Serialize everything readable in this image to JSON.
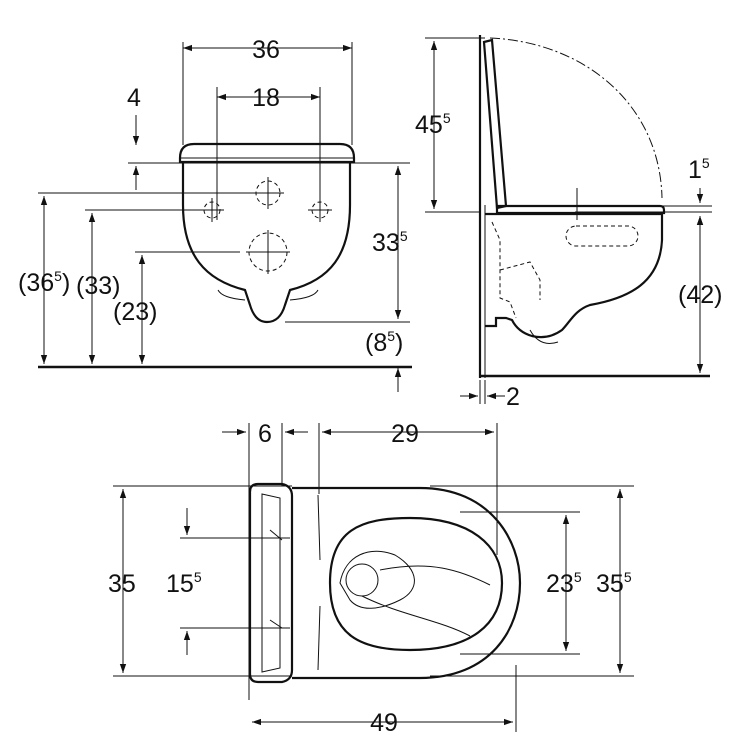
{
  "front_view": {
    "total_width": "36",
    "fixing_spacing": "18",
    "rim_offset": "4",
    "rim_height": "(36",
    "rim_height_exp": "5",
    "rim_height_close": ")",
    "fixing_height": "(33)",
    "inlet_height": "(23)",
    "bowl_height": "33",
    "bowl_height_exp": "5",
    "outlet_height": "(8",
    "outlet_height_exp": "5",
    "outlet_height_close": ")"
  },
  "side_view": {
    "lid_height": "45",
    "lid_height_exp": "5",
    "seat_thickness": "1",
    "seat_thickness_exp": "5",
    "seat_height": "(42)",
    "wall_gap": "2"
  },
  "top_view": {
    "rear_depth": "6",
    "inner_depth": "29",
    "overall_width": "35",
    "fixing_spacing": "15",
    "fixing_spacing_exp": "5",
    "bowl_inner_width": "23",
    "bowl_inner_width_exp": "5",
    "bowl_outer_width": "35",
    "bowl_outer_width_exp": "5",
    "overall_length": "49"
  }
}
